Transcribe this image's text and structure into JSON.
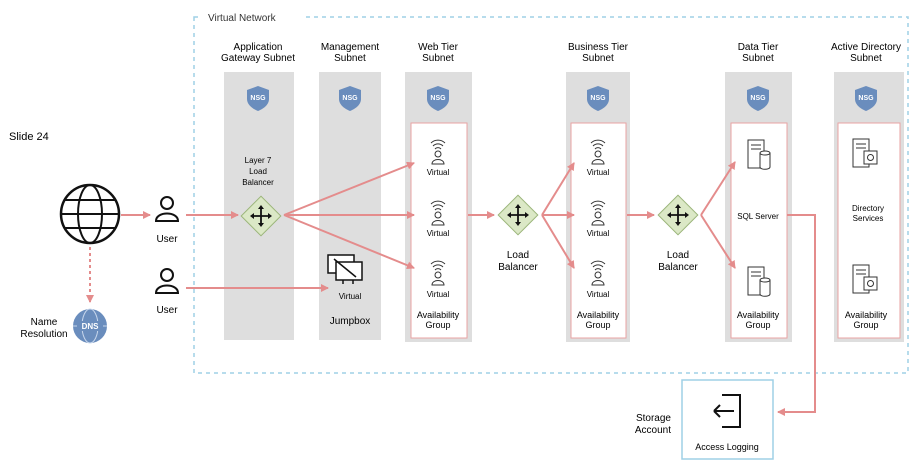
{
  "slide_label": "Slide 24",
  "vnet_label": "Virtual Network",
  "colors": {
    "arrow": "#e48c8c",
    "vnet_border": "#9fd0e6",
    "subnet_bg": "#dedede",
    "nsg": "#6a8dbd",
    "lb_fill": "#dbe8c6"
  },
  "subnets": [
    {
      "title1": "Application",
      "title2": "Gateway Subnet",
      "nsg": "NSG"
    },
    {
      "title1": "Management",
      "title2": "Subnet",
      "nsg": "NSG"
    },
    {
      "title1": "Web Tier",
      "title2": "Subnet",
      "nsg": "NSG"
    },
    {
      "title1": "Business Tier",
      "title2": "Subnet",
      "nsg": "NSG"
    },
    {
      "title1": "Data Tier",
      "title2": "Subnet",
      "nsg": "NSG"
    },
    {
      "title1": "Active Directory",
      "title2": "Subnet",
      "nsg": "NSG"
    }
  ],
  "gateway": {
    "line1": "Layer 7",
    "line2": "Load",
    "line3": "Balancer"
  },
  "users": [
    "User",
    "User"
  ],
  "name_resolution": {
    "line1": "Name",
    "line2": "Resolution",
    "dns": "DNS"
  },
  "jumpbox": {
    "vm_label": "Virtual",
    "label": "Jumpbox"
  },
  "web_tier": {
    "vms": [
      "Virtual",
      "Virtual",
      "Virtual"
    ],
    "group1": "Availability",
    "group2": "Group"
  },
  "lb1": {
    "line1": "Load",
    "line2": "Balancer"
  },
  "business_tier": {
    "vms": [
      "Virtual",
      "Virtual",
      "Virtual"
    ],
    "group1": "Availability",
    "group2": "Group"
  },
  "lb2": {
    "line1": "Load",
    "line2": "Balancer"
  },
  "data_tier": {
    "server_label": "SQL Server",
    "group1": "Availability",
    "group2": "Group"
  },
  "ad_tier": {
    "line1": "Directory",
    "line2": "Services",
    "group1": "Availability",
    "group2": "Group"
  },
  "storage": {
    "line1": "Storage",
    "line2": "Account"
  },
  "access_logging": "Access Logging"
}
